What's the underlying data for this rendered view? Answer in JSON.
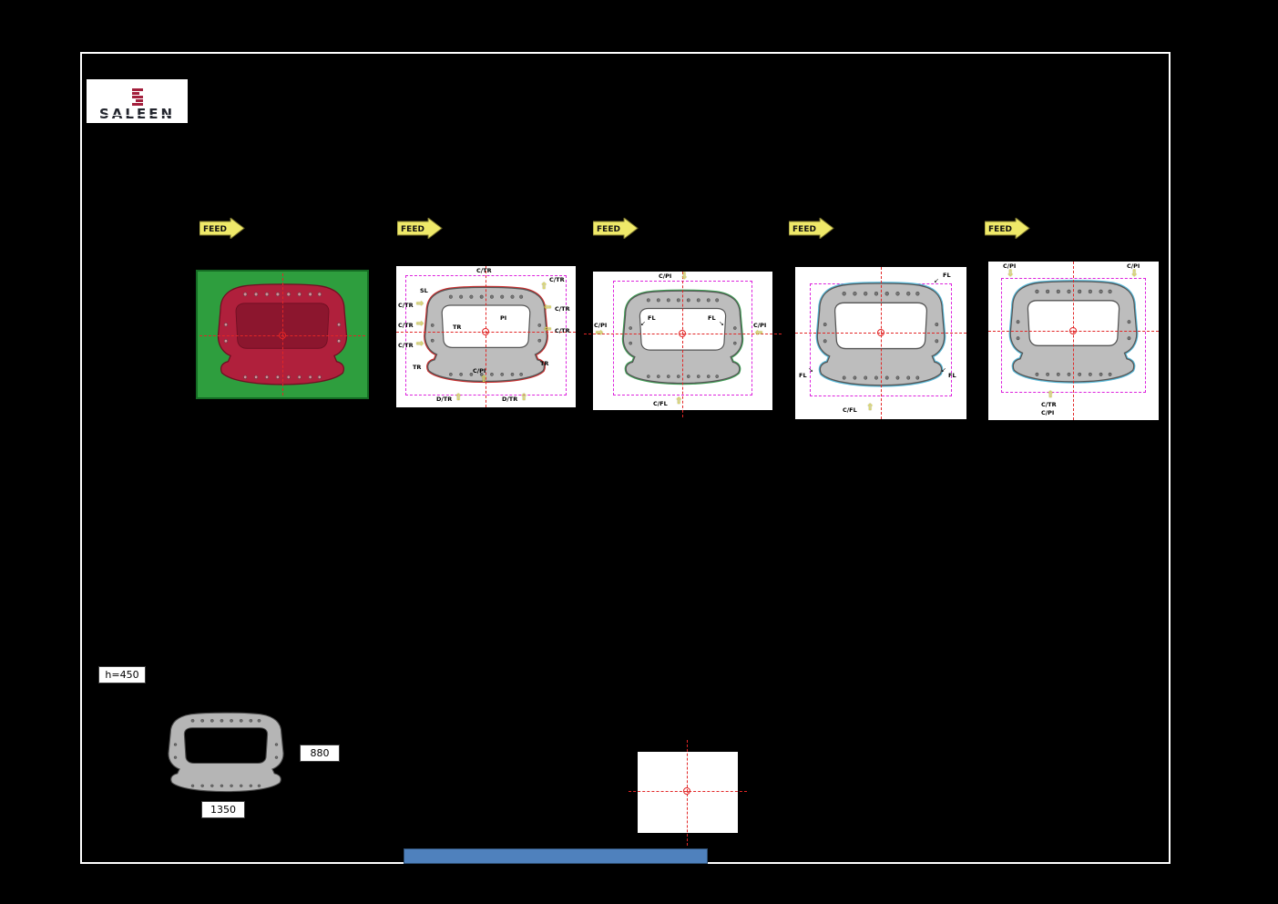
{
  "logo": {
    "text": "SALEEN"
  },
  "feed": {
    "label": "FEED"
  },
  "icons": {
    "arrow_up": "⇧",
    "arrow_down": "⇩",
    "arrow_left": "⇦",
    "arrow_right": "⇨",
    "pointer_down_left": "↙",
    "pointer_down_right": "↘"
  },
  "station2": {
    "top": "C/TR",
    "top_right": "C/TR",
    "sl": "SL",
    "left1": "C/TR",
    "left2": "C/TR",
    "left3": "C/TR",
    "right1": "C/TR",
    "right2": "C/TR",
    "inner_tr": "TR",
    "inner_pi": "PI",
    "low_tr_left": "TR",
    "low_cpi": "C/PI",
    "low_tr_right": "TR",
    "dtr_left": "D/TR",
    "dtr_right": "D/TR"
  },
  "station3": {
    "top": "C/PI",
    "left": "C/PI",
    "right": "C/PI",
    "fl_left": "FL",
    "fl_right": "FL",
    "bottom": "C/FL"
  },
  "station4": {
    "fl_top": "FL",
    "fl_bottom_left": "FL",
    "fl_bottom_right": "FL",
    "bottom": "C/FL"
  },
  "station5": {
    "top_left": "C/PI",
    "top_right": "C/PI",
    "bottom_tr": "C/TR",
    "bottom_pi": "C/PI"
  },
  "dimensions": {
    "height": "h=450",
    "width": "880",
    "length": "1350"
  }
}
